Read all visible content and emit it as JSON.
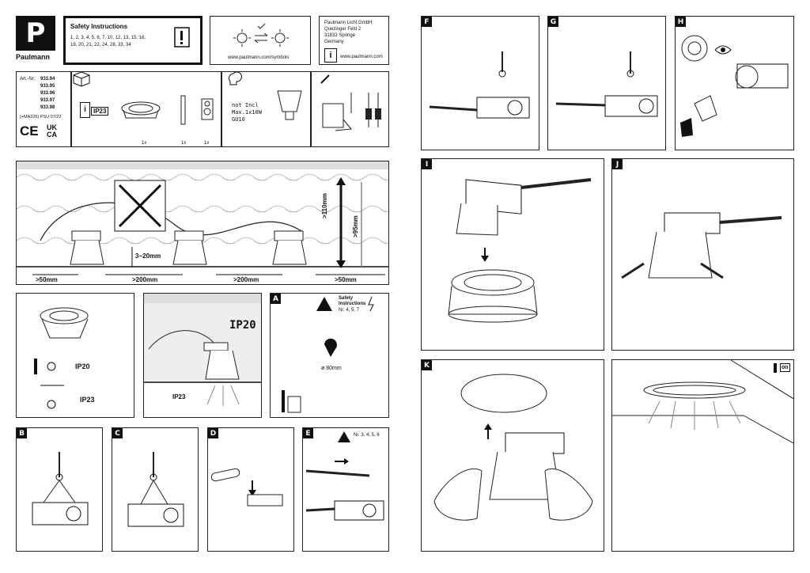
{
  "brand": {
    "logo_letter": "P",
    "name": "Paulmann"
  },
  "safety": {
    "title": "Safety Instructions",
    "numbers_line1": "1, 2, 3, 4, 5, 6, 7, 10, 12, 13, 15, 16,",
    "numbers_line2": "19, 20, 21, 22, 24, 28, 33, 34"
  },
  "symbols": {
    "url": "www.paulmann.com/symbols"
  },
  "company": {
    "line1": "Paulmann Licht GmbH",
    "line2": "Quezinger Feld 2",
    "line3": "31832 Springe",
    "line4": "Germany",
    "url": "www.paulmann.com"
  },
  "articles": {
    "label": "Art.-Nr.:",
    "numbers": [
      "933.94",
      "933.95",
      "933.96",
      "933.97",
      "933.98"
    ],
    "code": "(+MA326)  PSU 07/22",
    "ce": "CE",
    "ukca_top": "UK",
    "ukca_bottom": "CA"
  },
  "contents": {
    "ip_rating": "IP23",
    "qty1": "1x",
    "qty2": "1x",
    "qty3": "1x"
  },
  "lamp": {
    "line1": "not Incl",
    "line2": "Max.1x10W",
    "line3": "GU10"
  },
  "install": {
    "height1": ">110mm",
    "height2": ">95mm",
    "gap": "3~20mm",
    "dist_left": ">50mm",
    "dist_mid1": ">200mm",
    "dist_mid2": ">200mm",
    "dist_right": ">50mm"
  },
  "ip_panel": {
    "ip20": "IP20",
    "ip23": "IP23",
    "big_ip20": "IP20",
    "ip23_label": "IP23"
  },
  "step_a": {
    "label": "A",
    "title_line1": "Safety",
    "title_line2": "Instructions",
    "nums": "Nr. 4, 5, 7",
    "diameter": "ø 80mm"
  },
  "steps": {
    "b": "B",
    "c": "C",
    "d": "D",
    "e": "E",
    "f": "F",
    "g": "G",
    "h": "H",
    "i": "I",
    "j": "J",
    "k": "K"
  },
  "step_e": {
    "nums": "Nr. 3, 4, 5, 6"
  },
  "final": {
    "on": "on"
  },
  "colors": {
    "line": "#222222",
    "fill": "#111111"
  }
}
